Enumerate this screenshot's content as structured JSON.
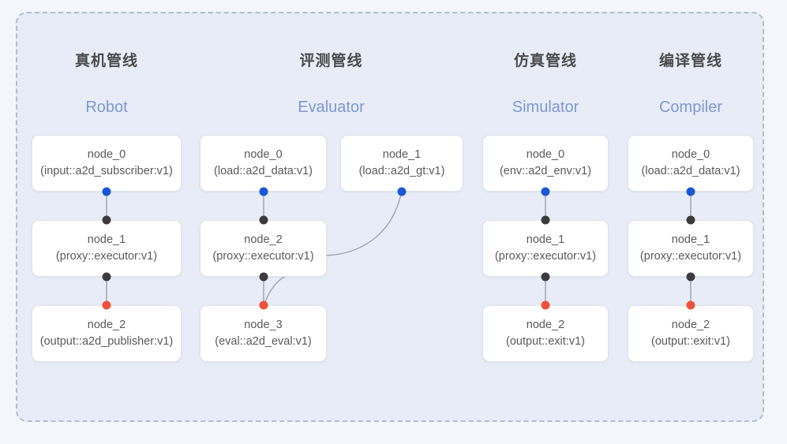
{
  "diagram": {
    "background_color": "#f3f6fb",
    "panel_color": "#e7ecf7",
    "panel_border_color": "#b2bcce",
    "title_color": "#4b4b4b",
    "subtitle_color": "#7e97d0",
    "node_bg_color": "#ffffff",
    "node_border_color": "#dfe3ea",
    "node_text_color": "#5a5a5a",
    "edge_color": "#9aa3b2",
    "port_colors": {
      "input": "#1a57d6",
      "middle": "#3c3c3c",
      "output": "#f0513a"
    }
  },
  "columns": [
    {
      "title": "真机管线",
      "subtitle": "Robot",
      "nodes": [
        {
          "name": "node_0",
          "type": "(input::a2d_subscriber:v1)"
        },
        {
          "name": "node_1",
          "type": "(proxy::executor:v1)"
        },
        {
          "name": "node_2",
          "type": "(output::a2d_publisher:v1)"
        }
      ]
    },
    {
      "title": "评测管线",
      "subtitle": "Evaluator",
      "nodes": [
        {
          "name": "node_0",
          "type": "(load::a2d_data:v1)"
        },
        {
          "name": "node_1",
          "type": "(load::a2d_gt:v1)"
        },
        {
          "name": "node_2",
          "type": "(proxy::executor:v1)"
        },
        {
          "name": "node_3",
          "type": "(eval::a2d_eval:v1)"
        }
      ]
    },
    {
      "title": "仿真管线",
      "subtitle": "Simulator",
      "nodes": [
        {
          "name": "node_0",
          "type": "(env::a2d_env:v1)"
        },
        {
          "name": "node_1",
          "type": "(proxy::executor:v1)"
        },
        {
          "name": "node_2",
          "type": "(output::exit:v1)"
        }
      ]
    },
    {
      "title": "编译管线",
      "subtitle": "Compiler",
      "nodes": [
        {
          "name": "node_0",
          "type": "(load::a2d_data:v1)"
        },
        {
          "name": "node_1",
          "type": "(proxy::executor:v1)"
        },
        {
          "name": "node_2",
          "type": "(output::exit:v1)"
        }
      ]
    }
  ]
}
